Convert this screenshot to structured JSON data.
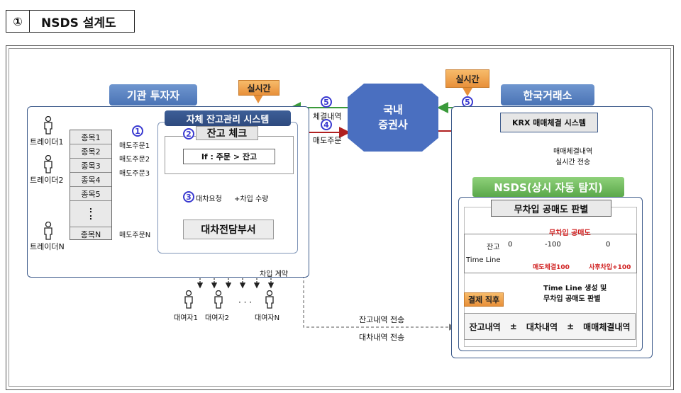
{
  "title": {
    "number": "①",
    "text": "NSDS 설계도"
  },
  "institution": {
    "header": "기관 투자자",
    "traders": [
      "트레이더1",
      "트레이더2",
      "트레이더N"
    ],
    "stocks": [
      "종목1",
      "종목2",
      "종목3",
      "종목4",
      "종목5",
      "종목N"
    ],
    "sell_orders": [
      "매도주문1",
      "매도주문2",
      "매도주문3",
      "매도주문N"
    ],
    "system_title": "자체 잔고관리 시스템",
    "balance_check": "잔고 체크",
    "condition": "If : 주문 > 잔고",
    "loan_request": "대차요청",
    "loan_qty": "+차입 수량",
    "loan_dept": "대차전담부서",
    "borrow_contract": "차입 계약",
    "lenders": [
      "대여자1",
      "대여자2",
      "대여자N"
    ],
    "ellipsis": "· · ·"
  },
  "realtime_label": "실시간",
  "broker": {
    "line1": "국내",
    "line2": "증권사"
  },
  "flows": {
    "exec_detail": "체결내역",
    "sell_order": "매도주문",
    "balance_transfer": "잔고내역 전송",
    "loan_transfer": "대차내역 전송",
    "krx_detail_line1": "매매체결내역",
    "krx_detail_line2": "실시간 전송"
  },
  "step_numbers": {
    "s1": "1",
    "s2": "2",
    "s3": "3",
    "s4": "4",
    "s5": "5"
  },
  "krx": {
    "header": "한국거래소",
    "system": "KRX 매매체결 시스템"
  },
  "nsds": {
    "header": "NSDS(상시 자동 탐지)",
    "judge": "무차입 공매도 판별",
    "burst": "무차입 공매도",
    "timeline": "Time Line",
    "balance": "잔고",
    "zero1": "0",
    "minus100": "-100",
    "zero2": "0",
    "sell_exec": "매도체결100",
    "post_borrow": "사후차입+100",
    "gen_line1": "Time Line 생성 및",
    "gen_line2": "무차입 공매도 판별",
    "settle": "결제 직후",
    "formula": {
      "a": "잔고내역",
      "op1": "±",
      "b": "대차내역",
      "op2": "±",
      "c": "매매체결내역"
    }
  }
}
